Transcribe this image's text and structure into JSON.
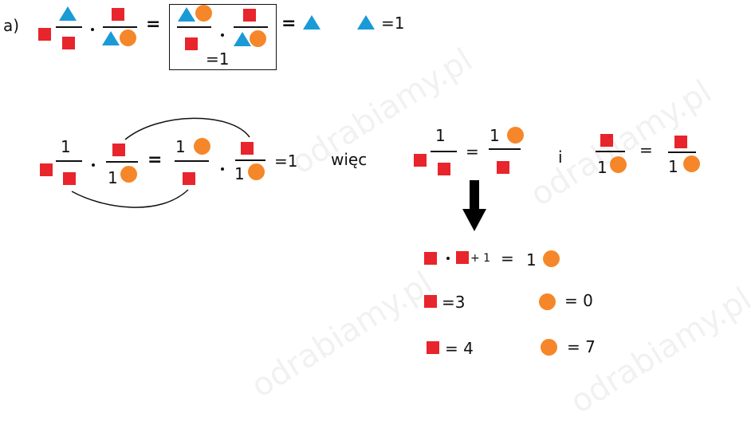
{
  "colors": {
    "square": "#e8242c",
    "circle": "#f5872a",
    "triangle": "#1a9ad6",
    "ink": "#111111"
  },
  "shapes": {
    "square": "red-square-icon",
    "circle": "orange-circle-icon",
    "triangle": "blue-triangle-icon"
  },
  "part_label": "a)",
  "row1": {
    "eq1": "=",
    "eq2": "=",
    "box_result": "=1",
    "rhs_result": "=1"
  },
  "row2": {
    "n1": "1",
    "d2": "1",
    "eq": "=",
    "n3": "1",
    "d4": "1",
    "result": "=1",
    "connector": "więc",
    "fa_num": "1",
    "eq_b": "=",
    "fb_num": "1",
    "and_word": "i",
    "fc_den": "1",
    "eq_c": "=",
    "fd_den": "1"
  },
  "conclusion": {
    "plus_one": "+ 1",
    "eq1": "=",
    "one": "1",
    "square_value_1": "=3",
    "circle_value_1": "= 0",
    "square_value_2": "= 4",
    "circle_value_2": "= 7"
  },
  "watermark": "odrabiamy.pl"
}
